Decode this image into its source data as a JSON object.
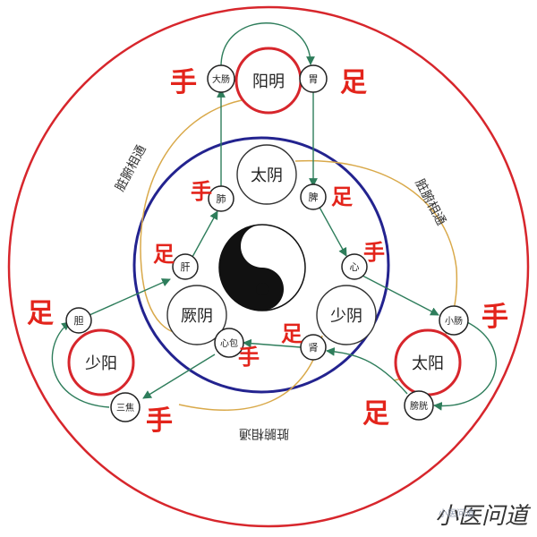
{
  "colors": {
    "outer_ring": "#d7262c",
    "inner_ring": "#23238f",
    "node_ring_red": "#d7262c",
    "arrow_green": "#2e7d5b",
    "yellow_curve": "#d9a94a",
    "label_red": "#e3241b",
    "yin": "#111111",
    "yang": "#ffffff"
  },
  "channels": {
    "yangming": "阳明",
    "taiyin": "太阴",
    "jueyin": "厥阴",
    "shaoyin": "少阴",
    "shaoyang": "少阳",
    "taiyang": "太阳"
  },
  "organs": {
    "large_intestine": "大肠",
    "stomach": "胃",
    "lung": "肺",
    "spleen": "脾",
    "heart": "心",
    "liver": "肝",
    "pericardium": "心包",
    "kidney": "肾",
    "gallbladder": "胆",
    "sanjiao": "三焦",
    "small_intestine": "小肠",
    "bladder": "膀胱"
  },
  "limbs": {
    "hand": "手",
    "foot": "足"
  },
  "pairing_label": "脏腑相通",
  "watermark": {
    "sign": "小医问道",
    "text": "小医问道"
  },
  "icons": {
    "taiji": "yin-yang-icon"
  }
}
